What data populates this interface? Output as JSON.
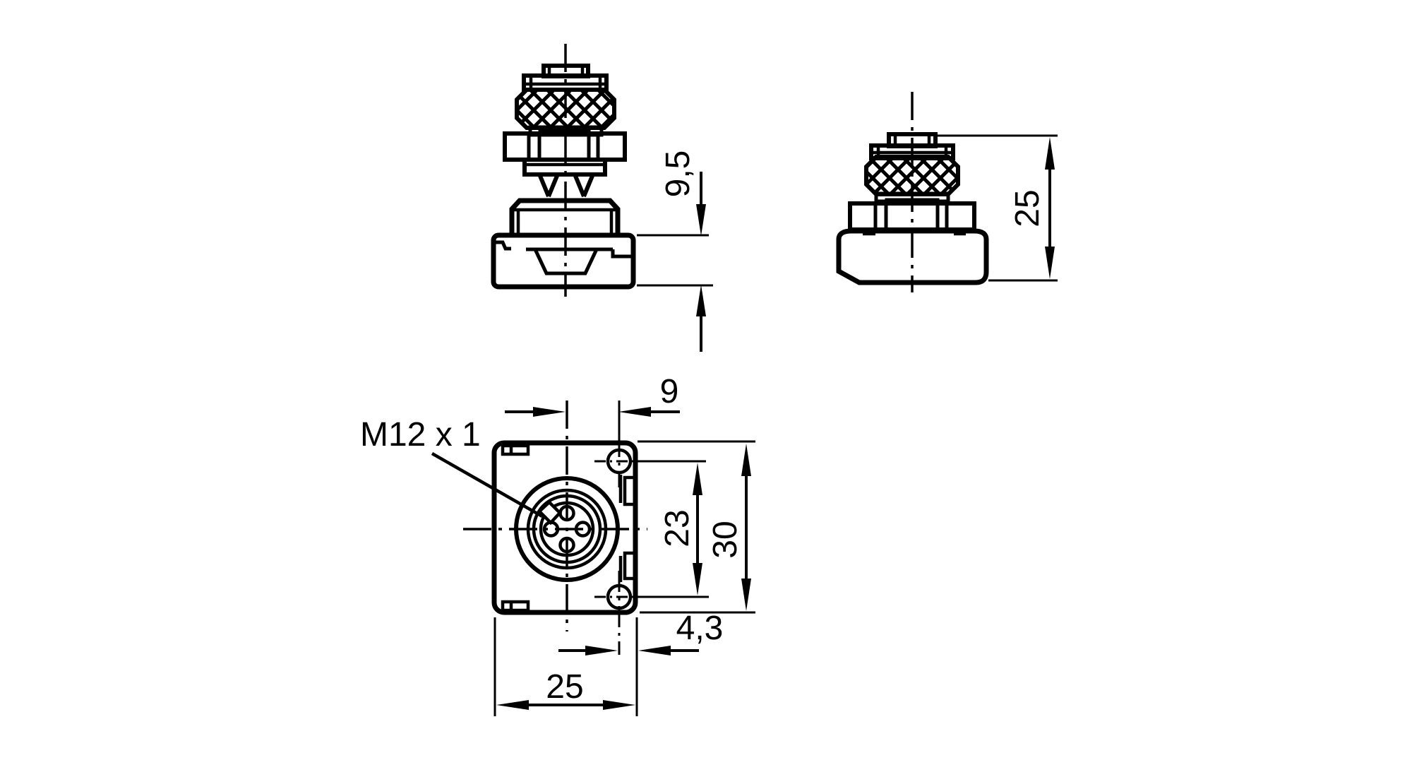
{
  "drawing": {
    "background_color": "#ffffff",
    "line_color": "#000000",
    "thread_label": "M12 x 1",
    "dims": {
      "socket_height": "9,5",
      "assembled_height": "25",
      "center_to_screw": "9",
      "screw_spacing": "23",
      "flange_length": "30",
      "screw_to_edge": "4,3",
      "flange_width": "25"
    }
  }
}
